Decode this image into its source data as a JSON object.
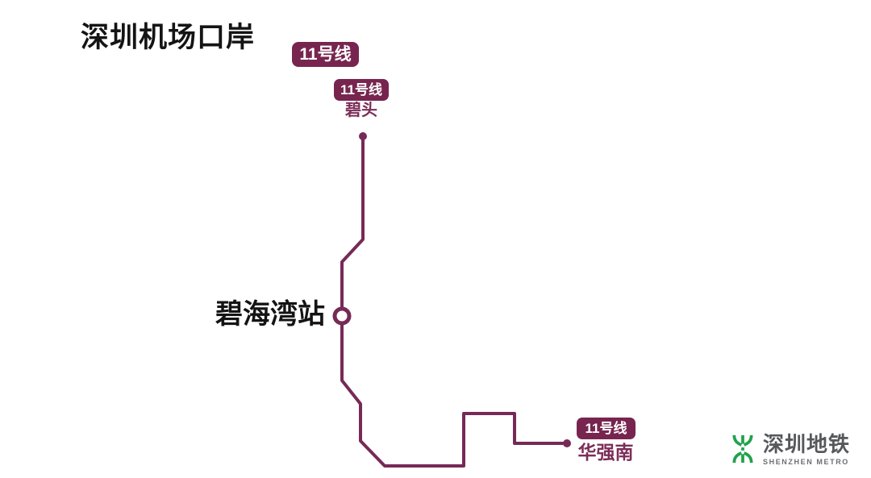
{
  "title": "深圳机场口岸",
  "theme": {
    "bg": "#ffffff",
    "line": "#772a56",
    "badge": "#77254f",
    "label": "#7c2d58",
    "ink": "#141414",
    "green": "#21a24b",
    "gray_cn": "#57585b",
    "gray_en": "#6d6e71"
  },
  "line11": {
    "badge_label": "11号线"
  },
  "stations": {
    "bitou": {
      "line_badge": "11号线",
      "name": "碧头"
    },
    "bihaiwan": {
      "name": "碧海湾站"
    },
    "huaqiangnan": {
      "line_badge": "11号线",
      "name": "华强南"
    }
  },
  "logo": {
    "name_cn": "深圳地铁",
    "name_en": "SHENZHEN METRO"
  }
}
